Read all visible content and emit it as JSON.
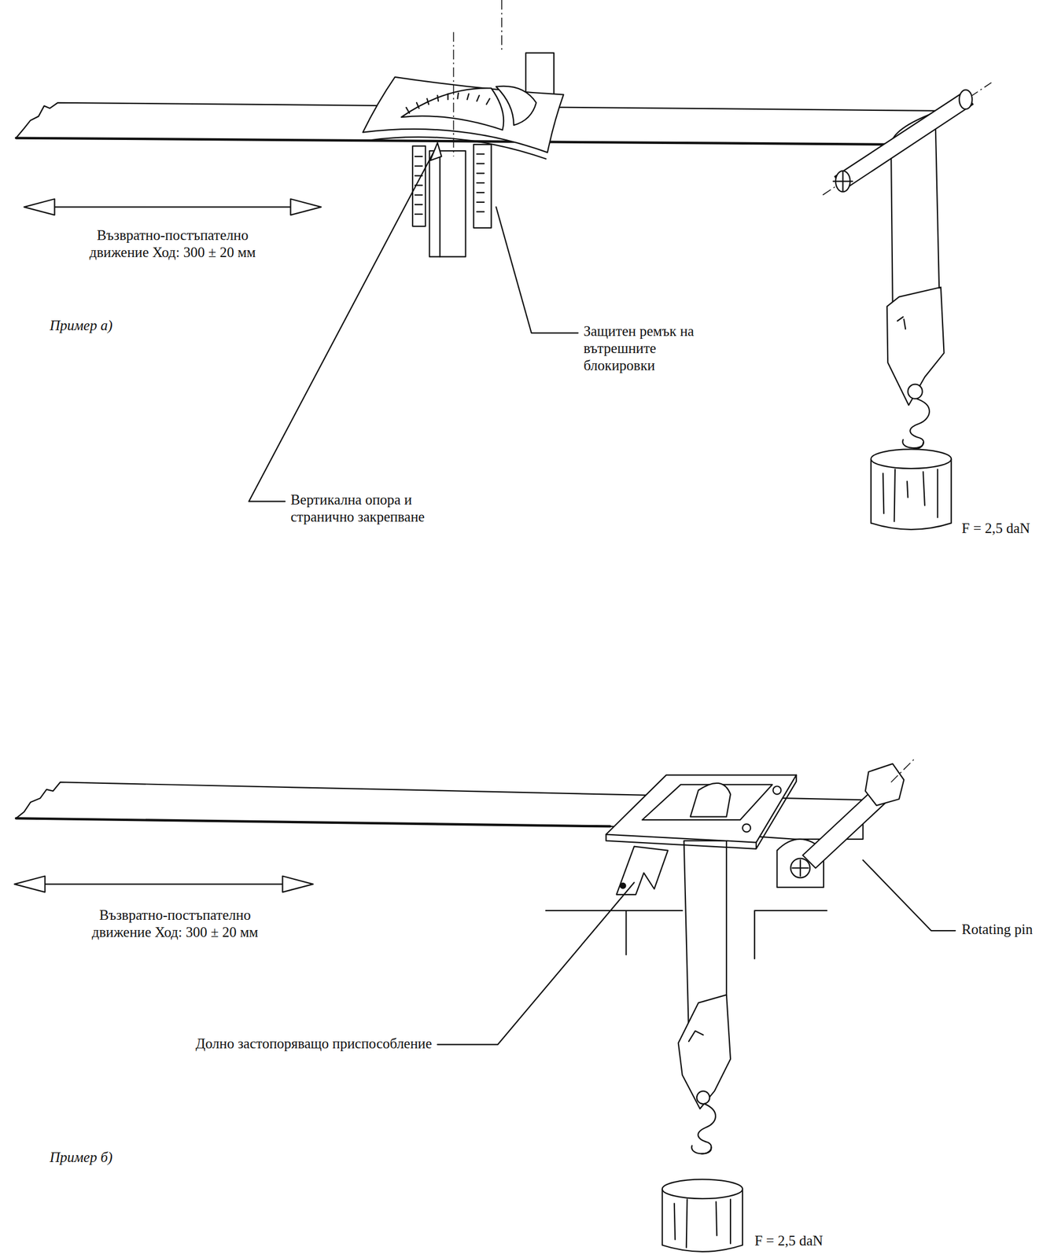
{
  "diagram": {
    "labels": [
      "Възвратно-постъпателно движение Ход: 300 ± 20 мм",
      "Пример а)",
      "Защитен ремък на вътрешните блокировки",
      "Вертикална опора и странично закрепване",
      "F = 2,5 daN",
      "Възвратно-постъпателно движение Ход: 300 ± 20 мм",
      "Rotating pin",
      "Долно застопоряващо приспособление",
      "Пример б)",
      "F = 2,5 daN"
    ]
  }
}
